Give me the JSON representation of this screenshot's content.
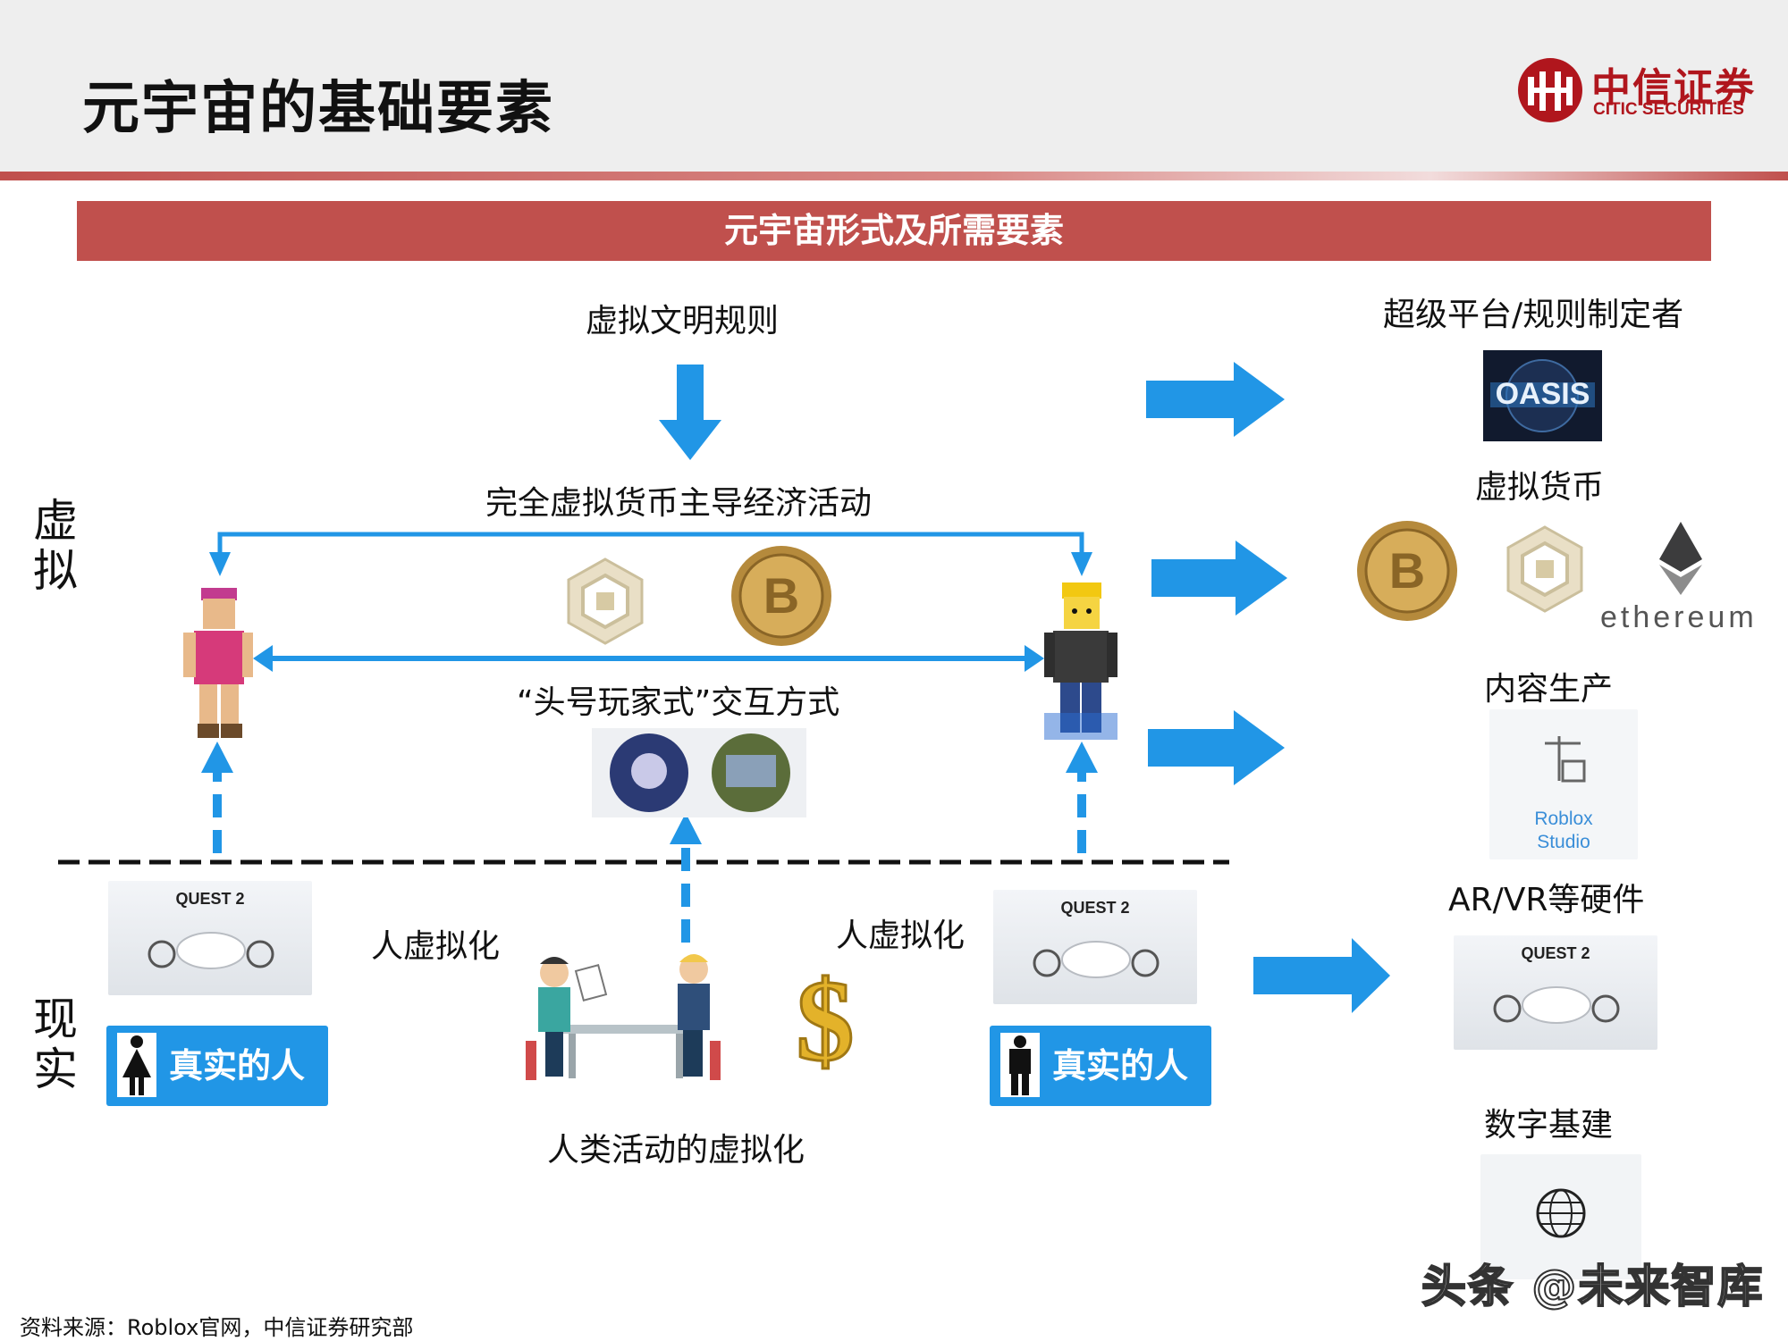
{
  "header": {
    "title": "元宇宙的基础要素",
    "logo_cn": "中信证券",
    "logo_en": "CITIC SECURITIES"
  },
  "banner": "元宇宙形式及所需要素",
  "side_labels": {
    "virtual": "虚拟",
    "reality": "现实"
  },
  "center": {
    "rules": "虚拟文明规则",
    "currency_economy": "完全虚拟货币主导经济活动",
    "interaction": "“头号玩家式”交互方式",
    "virtualize_left": "人虚拟化",
    "virtualize_right": "人虚拟化",
    "human_activity": "人类活动的虚拟化",
    "real_person_left": "真实的人",
    "real_person_right": "真实的人",
    "quest_label": "QUEST 2"
  },
  "right": {
    "platform": "超级平台/规则制定者",
    "oasis": "OASIS",
    "currency": "虚拟货币",
    "ethereum": "ethereum",
    "content": "内容生产",
    "roblox_studio_1": "Roblox",
    "roblox_studio_2": "Studio",
    "hardware": "AR/VR等硬件",
    "quest_label": "QUEST 2",
    "infra": "数字基建"
  },
  "footer": {
    "source": "资料来源：Roblox官网，中信证券研究部",
    "watermark": "头条 @未来智库"
  },
  "colors": {
    "accent_red": "#c0504d",
    "arrow_blue": "#2196e6",
    "brand_red": "#b0161d"
  }
}
